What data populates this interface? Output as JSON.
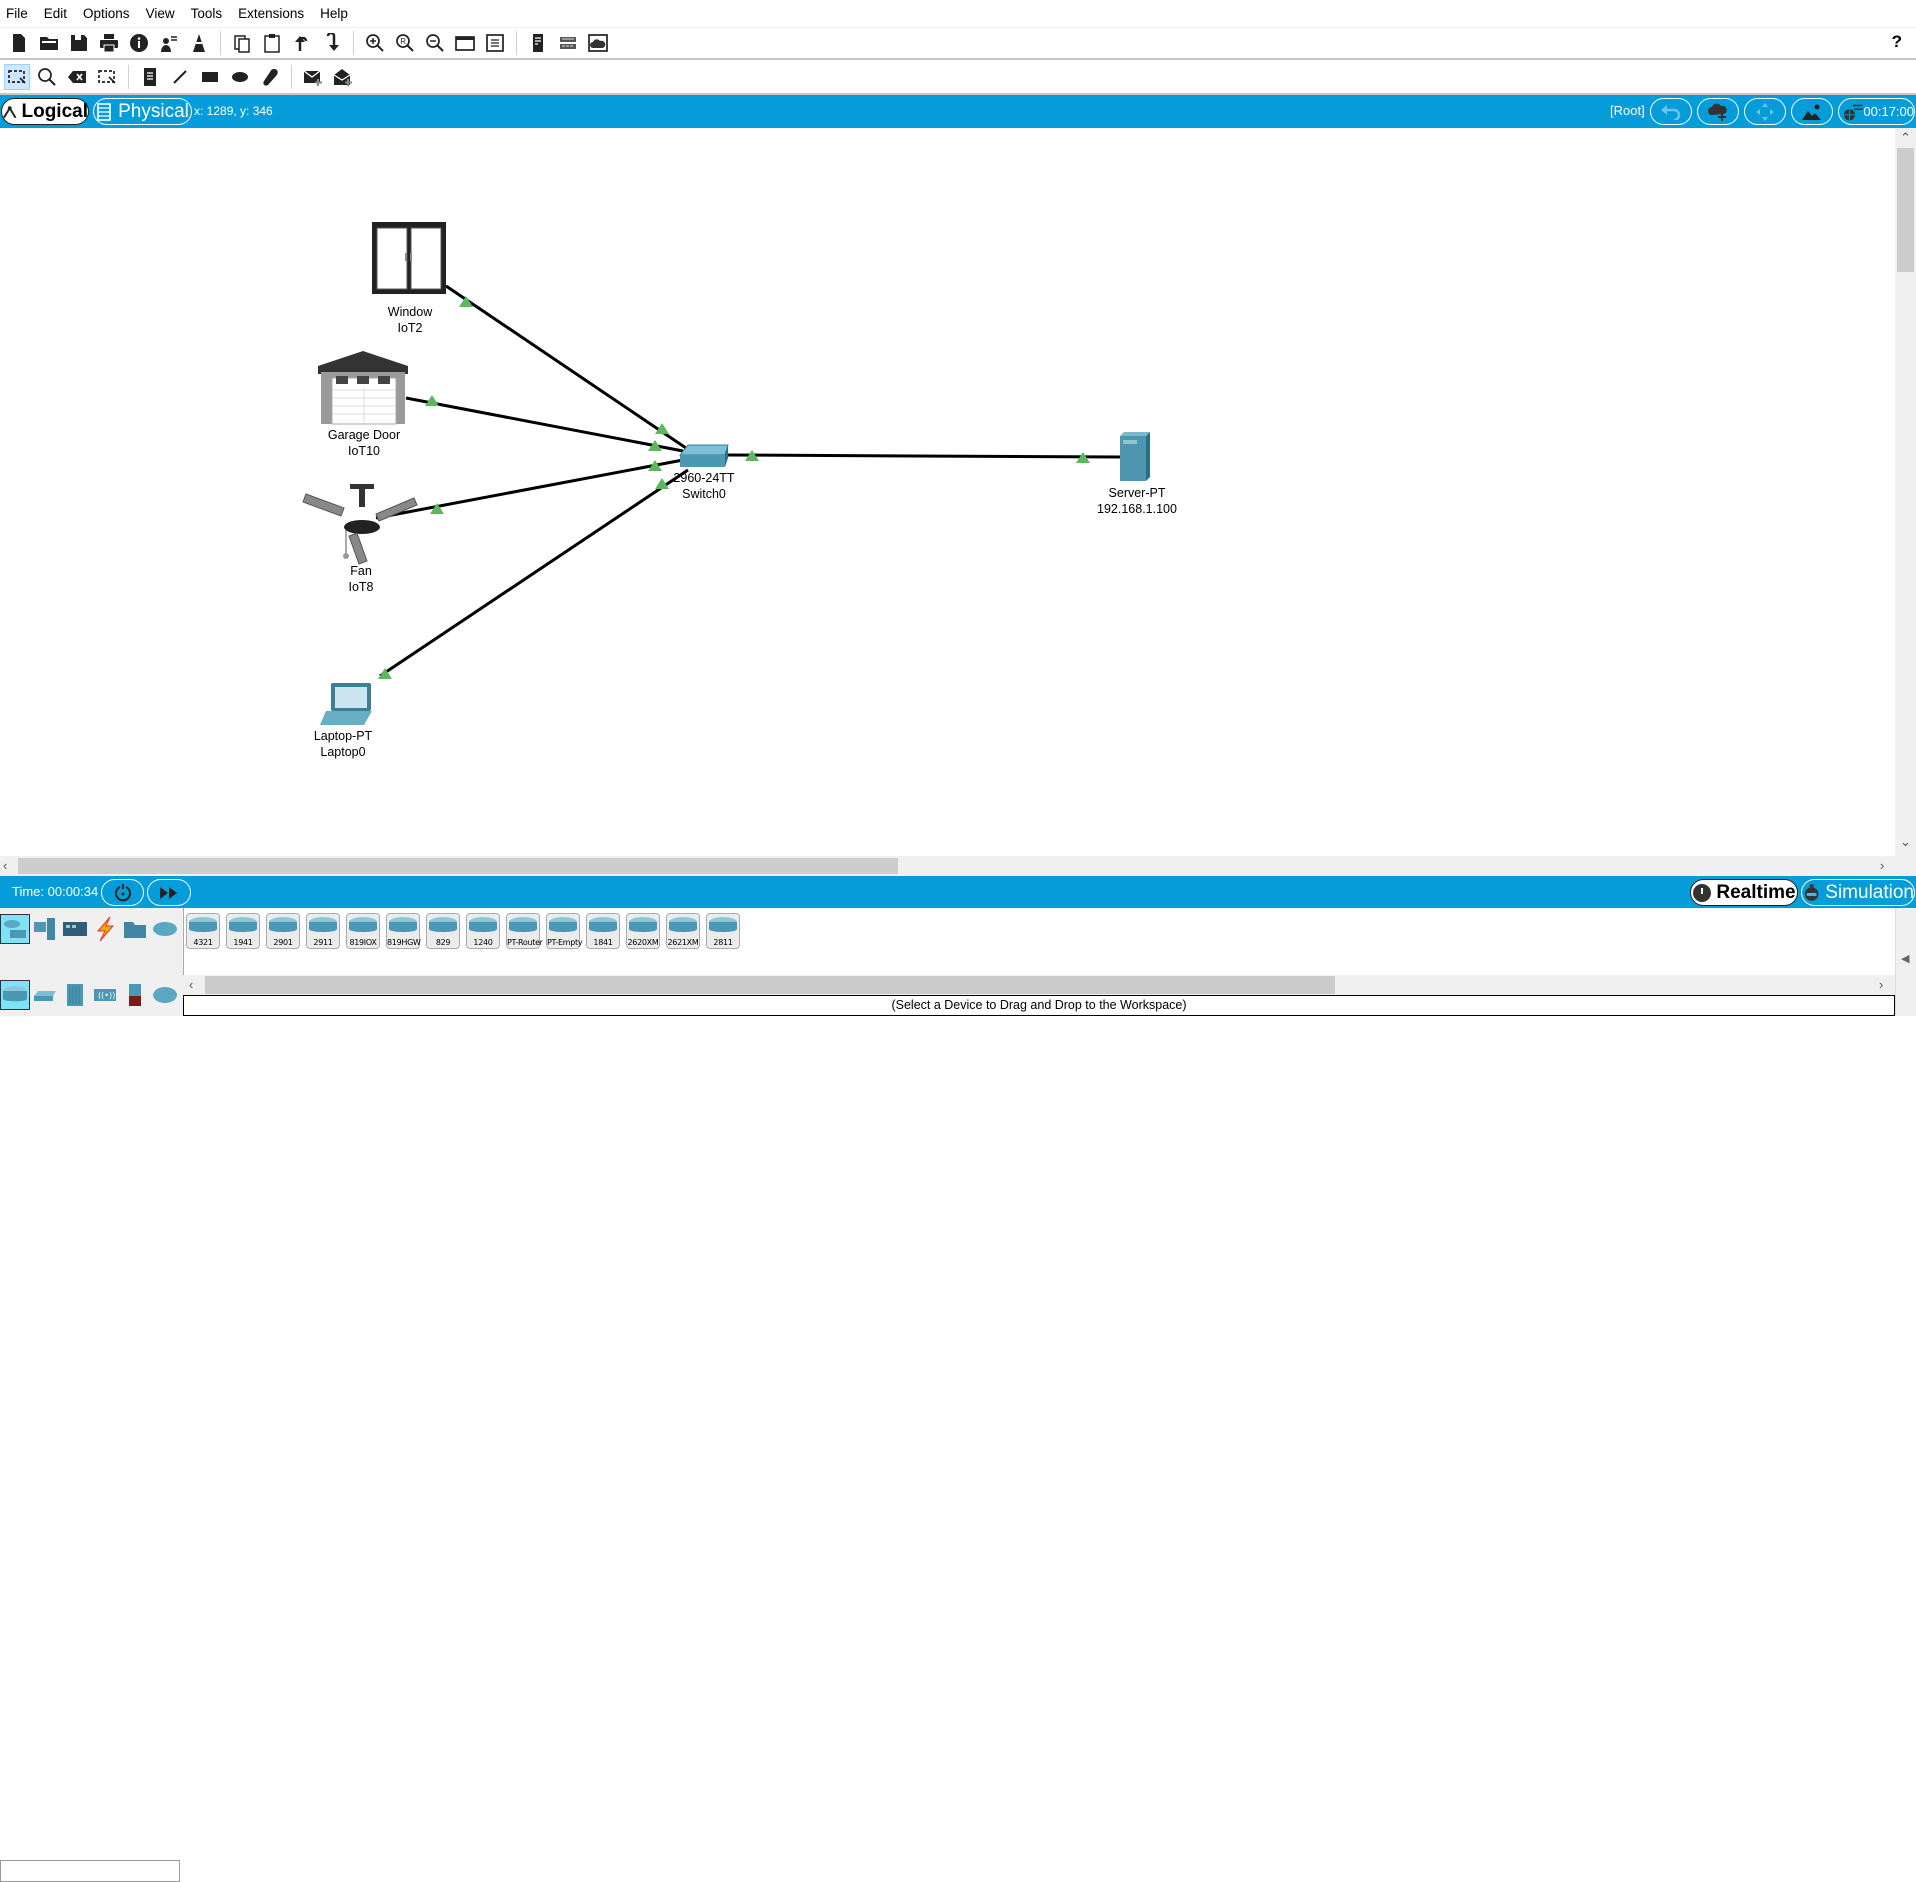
{
  "menu": [
    "File",
    "Edit",
    "Options",
    "View",
    "Tools",
    "Extensions",
    "Help"
  ],
  "toolbar1": {
    "icons": [
      "new-file-icon",
      "open-folder-icon",
      "save-icon",
      "print-icon",
      "info-icon",
      "activity-wizard-icon",
      "custom-device-icon",
      "copy-icon",
      "paste-icon",
      "undo-icon",
      "redo-icon",
      "zoom-in-icon",
      "zoom-reset-icon",
      "zoom-out-icon",
      "drawing-palette-icon",
      "custom-devices-dialog-icon",
      "viewport-icon",
      "network-info-icon",
      "cloud-image-icon"
    ],
    "help_label": "?"
  },
  "toolbar2": {
    "icons": [
      "select-icon",
      "inspect-icon",
      "delete-icon",
      "resize-shape-icon",
      "place-note-icon",
      "draw-line-icon",
      "draw-rectangle-icon",
      "draw-ellipse-icon",
      "freeform-icon",
      "add-simple-pdu-icon",
      "add-complex-pdu-icon"
    ]
  },
  "topbar": {
    "logical_label": "Logical",
    "physical_label": "Physical",
    "coords": "x: 1289, y: 346",
    "root_label": "[Root]",
    "clock": "00:17:00"
  },
  "devices": [
    {
      "id": "window",
      "line1": "Window",
      "line2": "IoT2"
    },
    {
      "id": "garage",
      "line1": "Garage Door",
      "line2": "IoT10"
    },
    {
      "id": "fan",
      "line1": "Fan",
      "line2": "IoT8"
    },
    {
      "id": "laptop",
      "line1": "Laptop-PT",
      "line2": "Laptop0"
    },
    {
      "id": "switch",
      "line1": "2960-24TT",
      "line2": "Switch0"
    },
    {
      "id": "server",
      "line1": "Server-PT",
      "line2": "192.168.1.100"
    }
  ],
  "bottombar": {
    "time_label": "Time: 00:00:34",
    "realtime_label": "Realtime",
    "simulation_label": "Simulation"
  },
  "device_list": [
    "4321",
    "1941",
    "2901",
    "2911",
    "819IOX",
    "819HGW",
    "829",
    "1240",
    "PT-Router",
    "PT-Empty",
    "1841",
    "2620XM",
    "2621XM",
    "2811"
  ],
  "status_text": "(Select a Device to Drag and Drop to the Workspace)",
  "colors": {
    "accent": "#049dd9",
    "link_up": "#5cb85c"
  }
}
